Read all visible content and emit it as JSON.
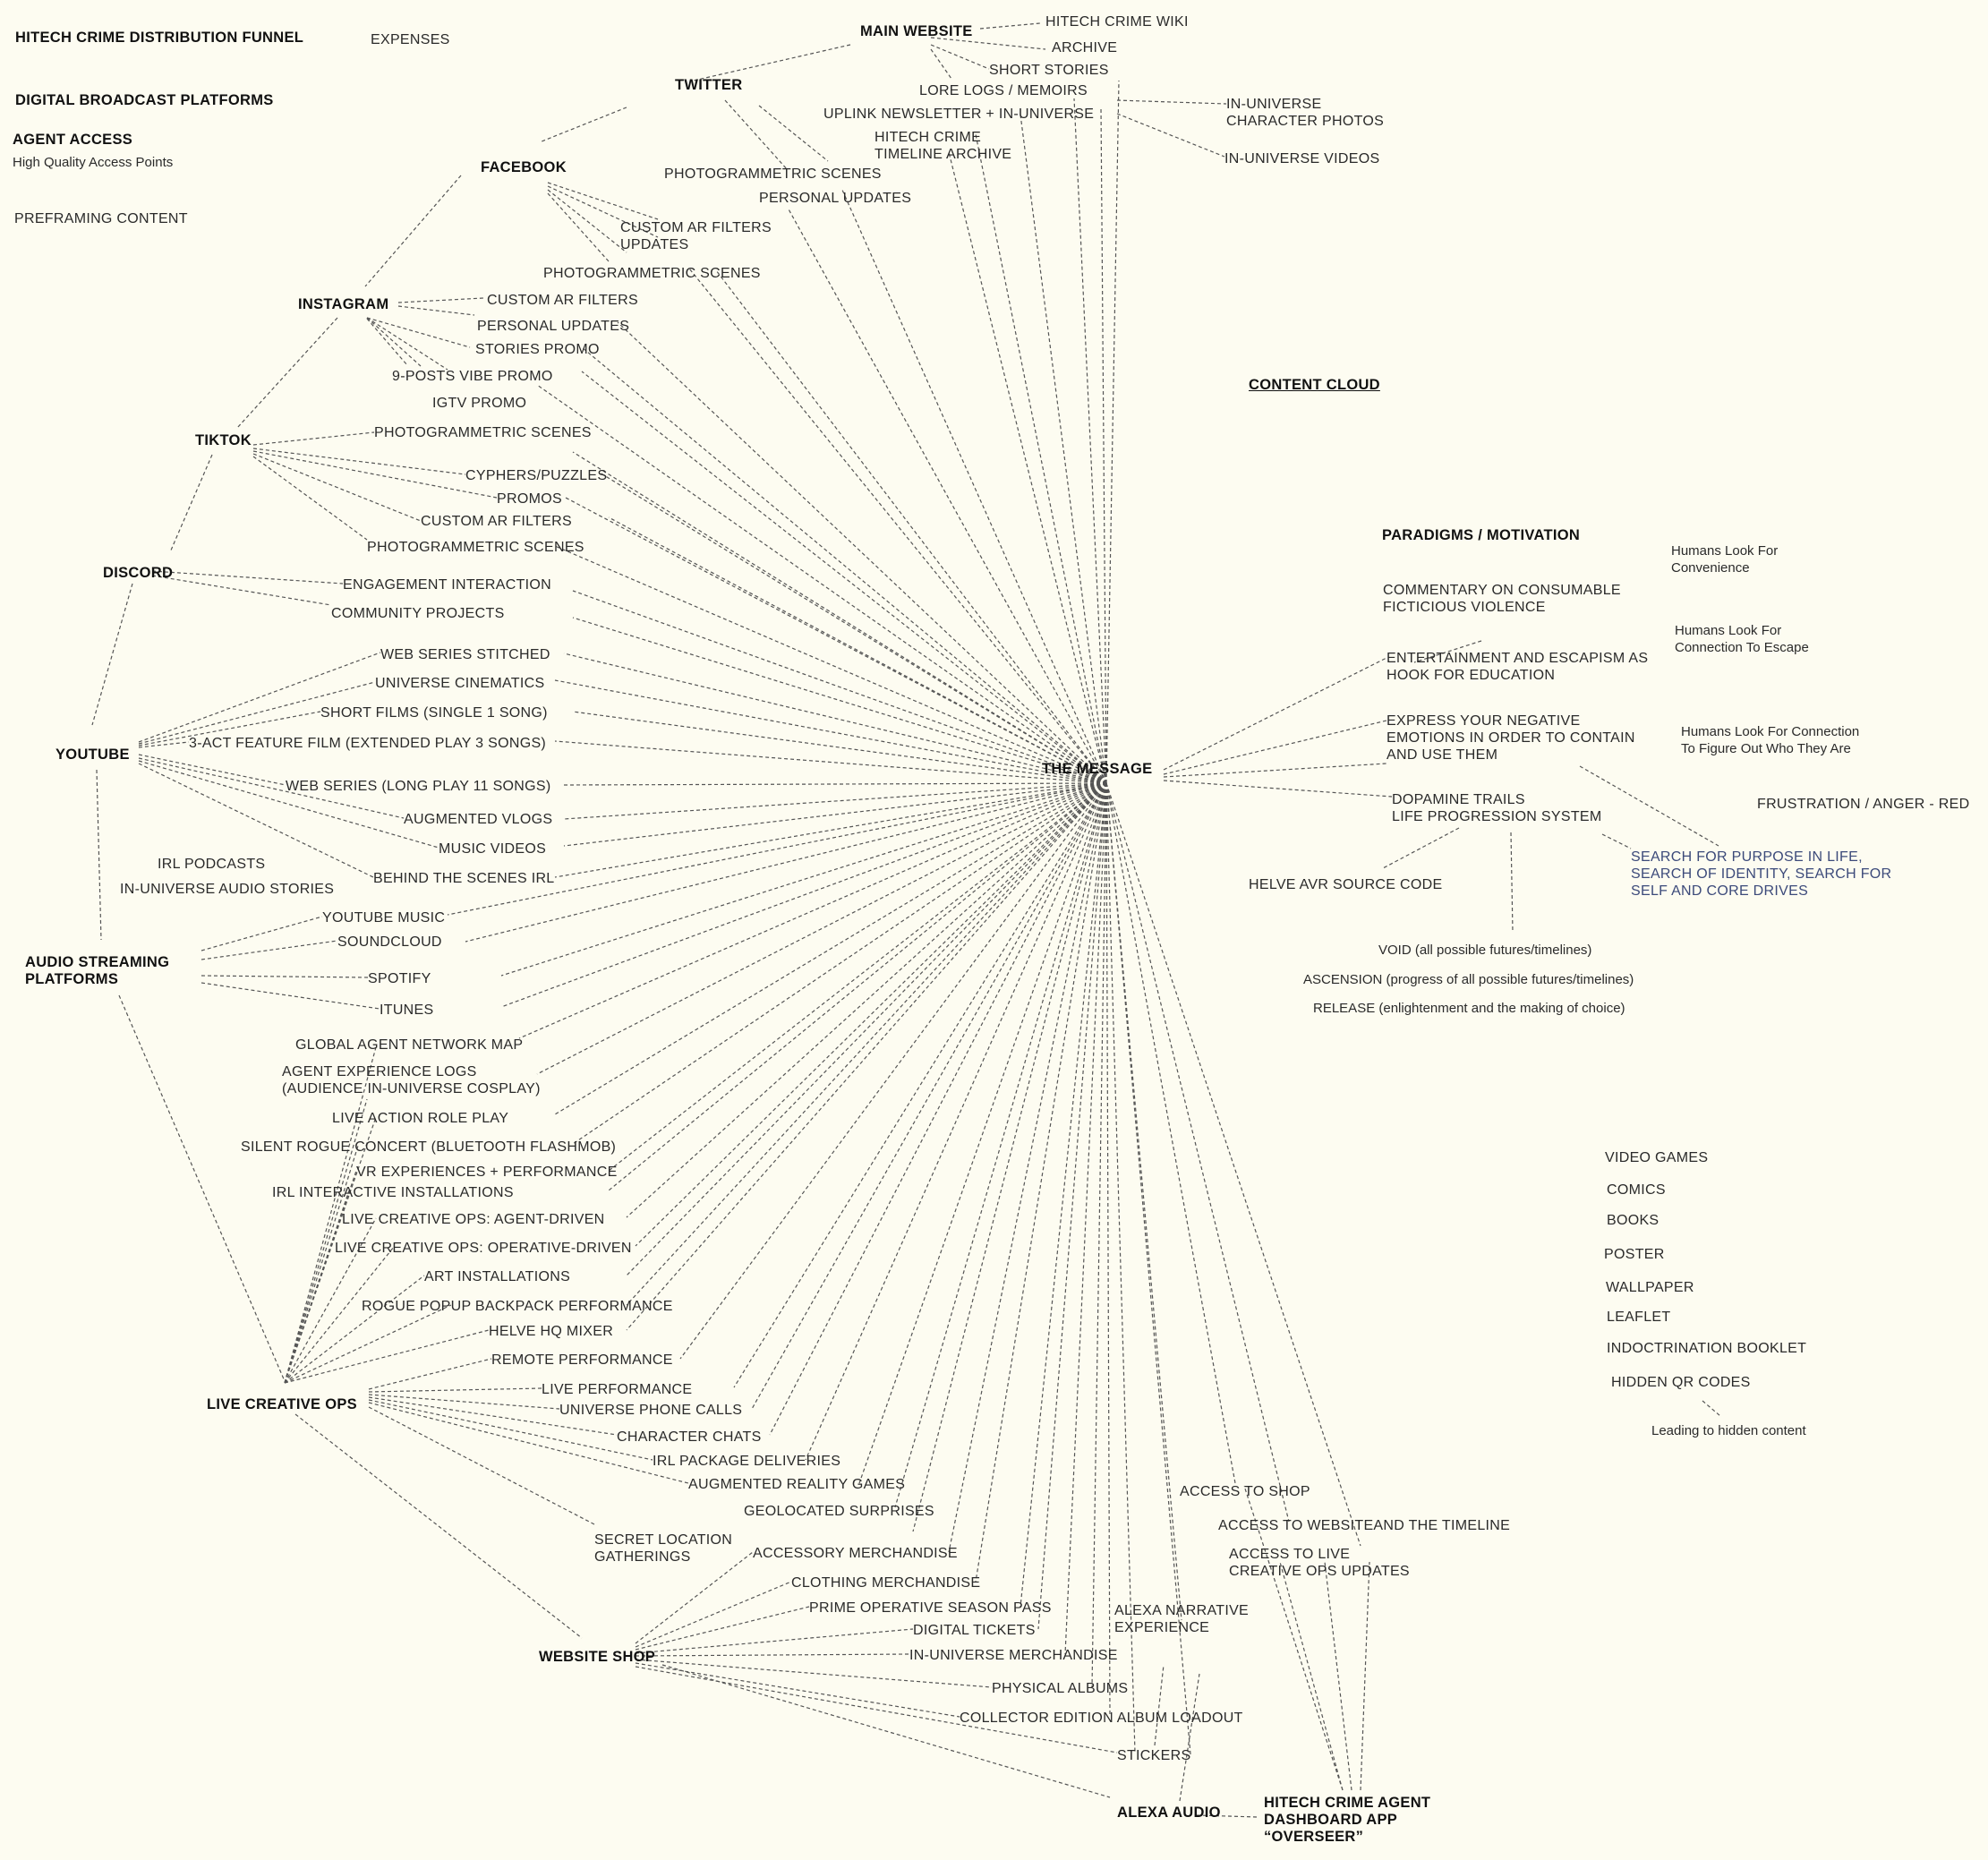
{
  "header": {
    "funnel": "HITECH CRIME DISTRIBUTION FUNNEL",
    "expenses": "EXPENSES",
    "broadcast": "DIGITAL BROADCAST PLATFORMS",
    "agent_access": "AGENT ACCESS",
    "access_points": "High Quality Access Points",
    "preframing": "PREFRAMING CONTENT"
  },
  "hubs": {
    "main_website": "MAIN WEBSITE",
    "twitter": "TWITTER",
    "facebook": "FACEBOOK",
    "instagram": "INSTAGRAM",
    "tiktok": "TIKTOK",
    "discord": "DISCORD",
    "youtube": "YOUTUBE",
    "audio": "AUDIO STREAMING\nPLATFORMS",
    "live_ops": "LIVE CREATIVE OPS",
    "shop": "WEBSITE SHOP",
    "alexa": "ALEXA AUDIO",
    "dashboard": "HITECH CRIME AGENT\nDASHBOARD APP\n“OVERSEER”",
    "message": "THE MESSAGE"
  },
  "website_items": {
    "wiki": "HITECH CRIME WIKI",
    "archive": "ARCHIVE",
    "short_stories": "SHORT STORIES",
    "lore_logs": "LORE LOGS / MEMOIRS",
    "uplink": "UPLINK NEWSLETTER + IN-UNIVERSE",
    "timeline": "HITECH CRIME\nTIMELINE ARCHIVE",
    "char_photos": "IN-UNIVERSE\nCHARACTER PHOTOS",
    "videos": "IN-UNIVERSE VIDEOS"
  },
  "twitter_items": {
    "photogrammetric": "PHOTOGRAMMETRIC SCENES",
    "personal": "PERSONAL UPDATES"
  },
  "facebook_items": {
    "ar_filters": "CUSTOM AR FILTERS\nUPDATES",
    "photogrammetric": "PHOTOGRAMMETRIC SCENES"
  },
  "instagram_items": {
    "ar_filters": "CUSTOM AR FILTERS",
    "personal": "PERSONAL UPDATES",
    "stories": "STORIES PROMO",
    "nine_posts": "9-POSTS VIBE PROMO",
    "igtv": "IGTV PROMO"
  },
  "tiktok_items": {
    "photogrammetric": "PHOTOGRAMMETRIC SCENES",
    "cyphers": "CYPHERS/PUZZLES",
    "promos": "PROMOS",
    "ar_filters": "CUSTOM AR FILTERS",
    "photogrammetric2": "PHOTOGRAMMETRIC SCENES"
  },
  "discord_items": {
    "engagement": "ENGAGEMENT INTERACTION",
    "community": "COMMUNITY PROJECTS"
  },
  "youtube_items": {
    "web_stitched": "WEB SERIES STITCHED",
    "cinematics": "UNIVERSE CINEMATICS",
    "short_films": "SHORT FILMS (SINGLE 1 SONG)",
    "feature": "3-ACT FEATURE FILM (EXTENDED PLAY 3 SONGS)",
    "web_long": "WEB SERIES (LONG PLAY 11 SONGS)",
    "vlogs": "AUGMENTED VLOGS",
    "music_videos": "MUSIC VIDEOS",
    "bts": "BEHIND THE SCENES IRL"
  },
  "audio_items": {
    "podcasts": "IRL PODCASTS",
    "audio_stories": "IN-UNIVERSE AUDIO STORIES",
    "yt_music": "YOUTUBE MUSIC",
    "soundcloud": "SOUNDCLOUD",
    "spotify": "SPOTIFY",
    "itunes": "ITUNES"
  },
  "live_items": {
    "network_map": "GLOBAL AGENT NETWORK MAP",
    "experience_logs": "AGENT EXPERIENCE LOGS\n(AUDIENCE IN-UNIVERSE COSPLAY)",
    "larp": "LIVE ACTION ROLE PLAY",
    "silent_concert": "SILENT ROGUE CONCERT (BLUETOOTH FLASHMOB)",
    "vr": "VR EXPERIENCES + PERFORMANCE",
    "installations": "IRL INTERACTIVE INSTALLATIONS",
    "agent_driven": "LIVE CREATIVE OPS: AGENT-DRIVEN",
    "operative_driven": "LIVE CREATIVE OPS: OPERATIVE-DRIVEN",
    "art": "ART INSTALLATIONS",
    "backpack": "ROGUE POPUP BACKPACK PERFORMANCE",
    "mixer": "HELVE HQ MIXER",
    "remote": "REMOTE PERFORMANCE",
    "live_perf": "LIVE PERFORMANCE",
    "phone": "UNIVERSE PHONE CALLS",
    "chats": "CHARACTER CHATS",
    "deliveries": "IRL PACKAGE DELIVERIES",
    "ar_games": "AUGMENTED REALITY GAMES",
    "geo": "GEOLOCATED SURPRISES",
    "secret": "SECRET LOCATION\nGATHERINGS"
  },
  "shop_items": {
    "accessory": "ACCESSORY MERCHANDISE",
    "clothing": "CLOTHING MERCHANDISE",
    "season_pass": "PRIME OPERATIVE SEASON PASS",
    "tickets": "DIGITAL TICKETS",
    "in_universe": "IN-UNIVERSE MERCHANDISE",
    "albums": "PHYSICAL ALBUMS",
    "collector": "COLLECTOR EDITION ALBUM LOADOUT",
    "stickers": "STICKERS"
  },
  "alexa_items": {
    "narrative": "ALEXA NARRATIVE\nEXPERIENCE"
  },
  "dashboard_items": {
    "shop": "ACCESS TO SHOP",
    "website": "ACCESS TO WEBSITEAND THE TIMELINE",
    "live": "ACCESS TO LIVE\nCREATIVE OPS UPDATES"
  },
  "content_cloud": {
    "title": "CONTENT CLOUD",
    "paradigms": "PARADIGMS / MOTIVATION",
    "commentary": "COMMENTARY ON CONSUMABLE\nFICTICIOUS VIOLENCE",
    "entertainment": "ENTERTAINMENT AND ESCAPISM AS\nHOOK FOR EDUCATION",
    "express": "EXPRESS YOUR NEGATIVE\nEMOTIONS IN ORDER TO CONTAIN\nAND USE THEM",
    "dopamine": "DOPAMINE TRAILS\nLIFE PROGRESSION SYSTEM",
    "helve": "HELVE AVR SOURCE CODE",
    "void": "VOID (all possible futures/timelines)",
    "ascension": "ASCENSION (progress of all possible futures/timelines)",
    "release": "RELEASE (enlightenment and the making of choice)",
    "convenience": "Humans Look For\nConvenience",
    "escape": "Humans Look For\nConnection To Escape",
    "figure_out": "Humans Look For Connection\nTo Figure Out Who They Are",
    "frustration": "FRUSTRATION / ANGER - RED",
    "purpose": "SEARCH FOR PURPOSE IN LIFE,\nSEARCH OF IDENTITY, SEARCH FOR\nSELF AND CORE DRIVES"
  },
  "formats": {
    "video_games": "VIDEO GAMES",
    "comics": "COMICS",
    "books": "BOOKS",
    "poster": "POSTER",
    "wallpaper": "WALLPAPER",
    "leaflet": "LEAFLET",
    "booklet": "INDOCTRINATION BOOKLET",
    "qr": "HIDDEN QR CODES",
    "leading": "Leading to hidden content"
  }
}
